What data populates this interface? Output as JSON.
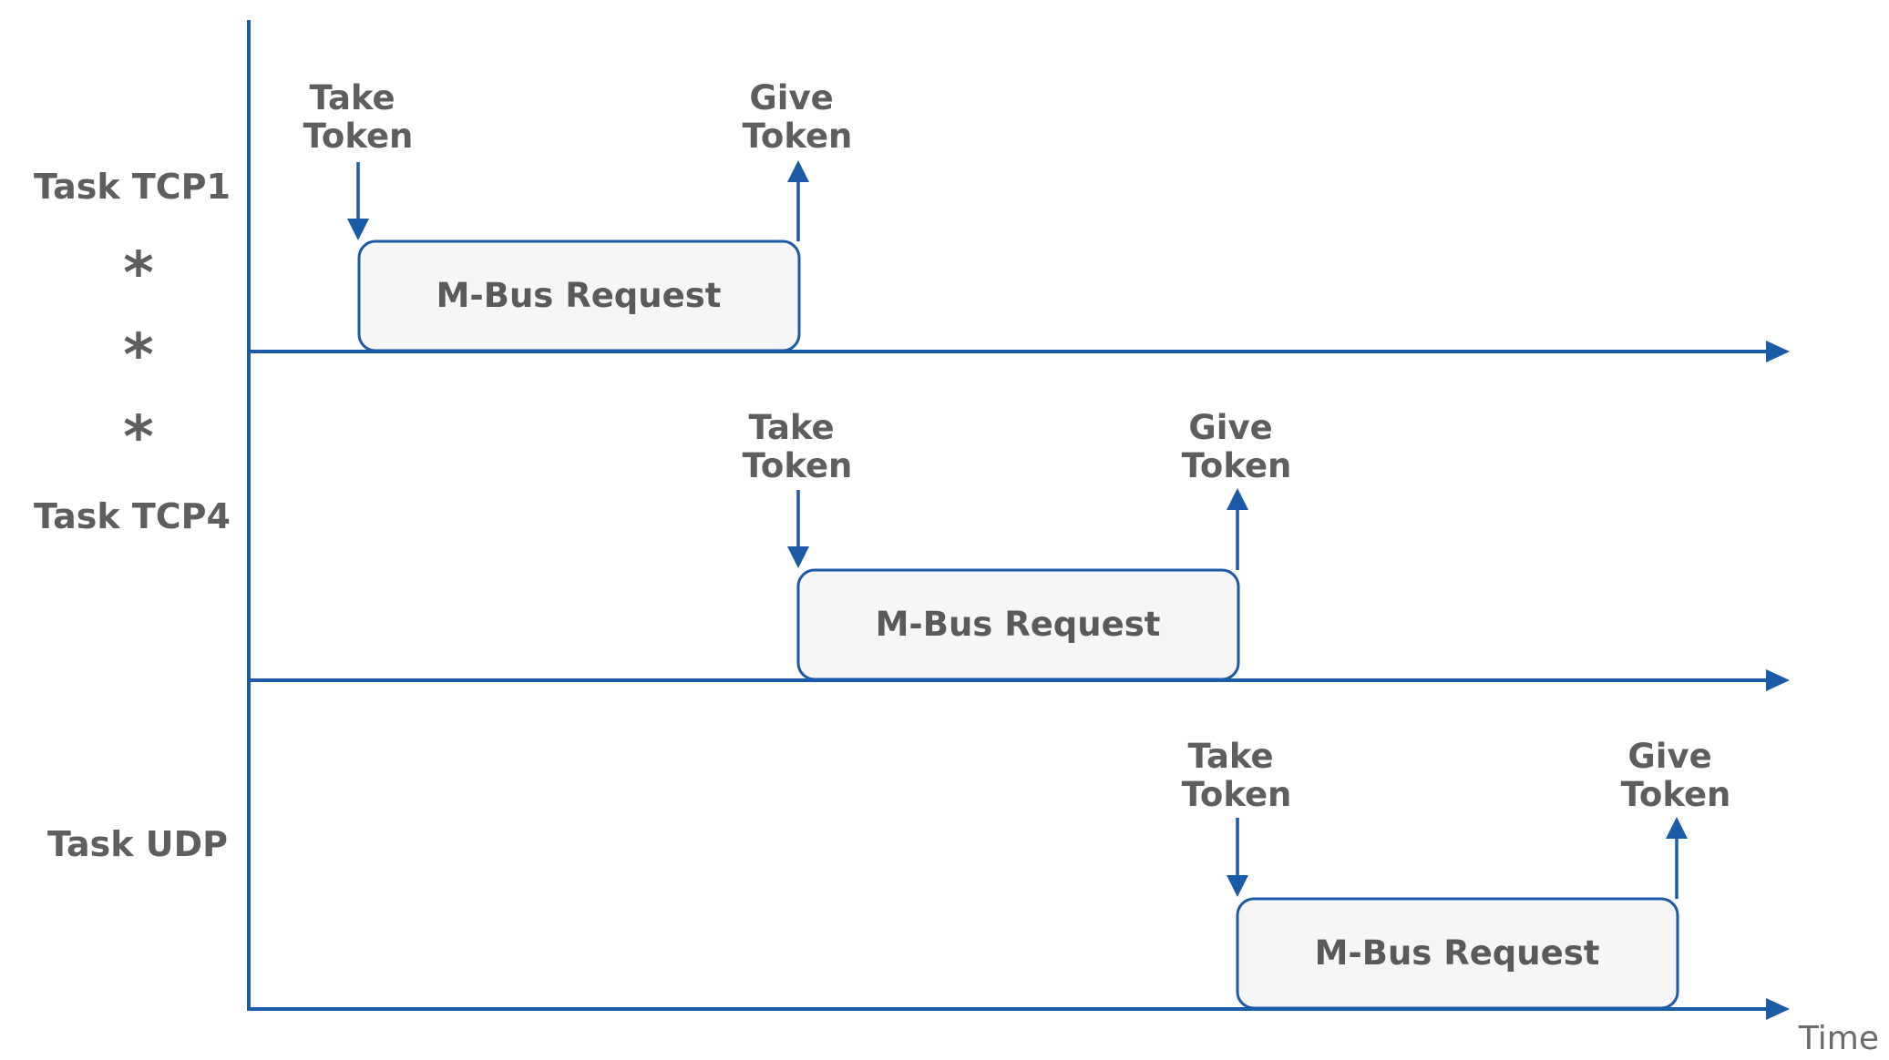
{
  "tasks": [
    {
      "label": "Task TCP1",
      "take_label": [
        "Take",
        "Token"
      ],
      "give_label": [
        "Give",
        "Token"
      ],
      "request_label": "M-Bus Request"
    },
    {
      "label": "Task TCP4",
      "take_label": [
        "Take",
        "Token"
      ],
      "give_label": [
        "Give",
        "Token"
      ],
      "request_label": "M-Bus Request"
    },
    {
      "label": "Task UDP",
      "take_label": [
        "Take",
        "Token"
      ],
      "give_label": [
        "Give",
        "Token"
      ],
      "request_label": "M-Bus Request"
    }
  ],
  "separators": [
    "*",
    "*",
    "*"
  ],
  "axis_label": "Time",
  "colors": {
    "line": "#1a5aa6",
    "text": "#5e5e5e",
    "box_fill": "#f6f6f6"
  }
}
